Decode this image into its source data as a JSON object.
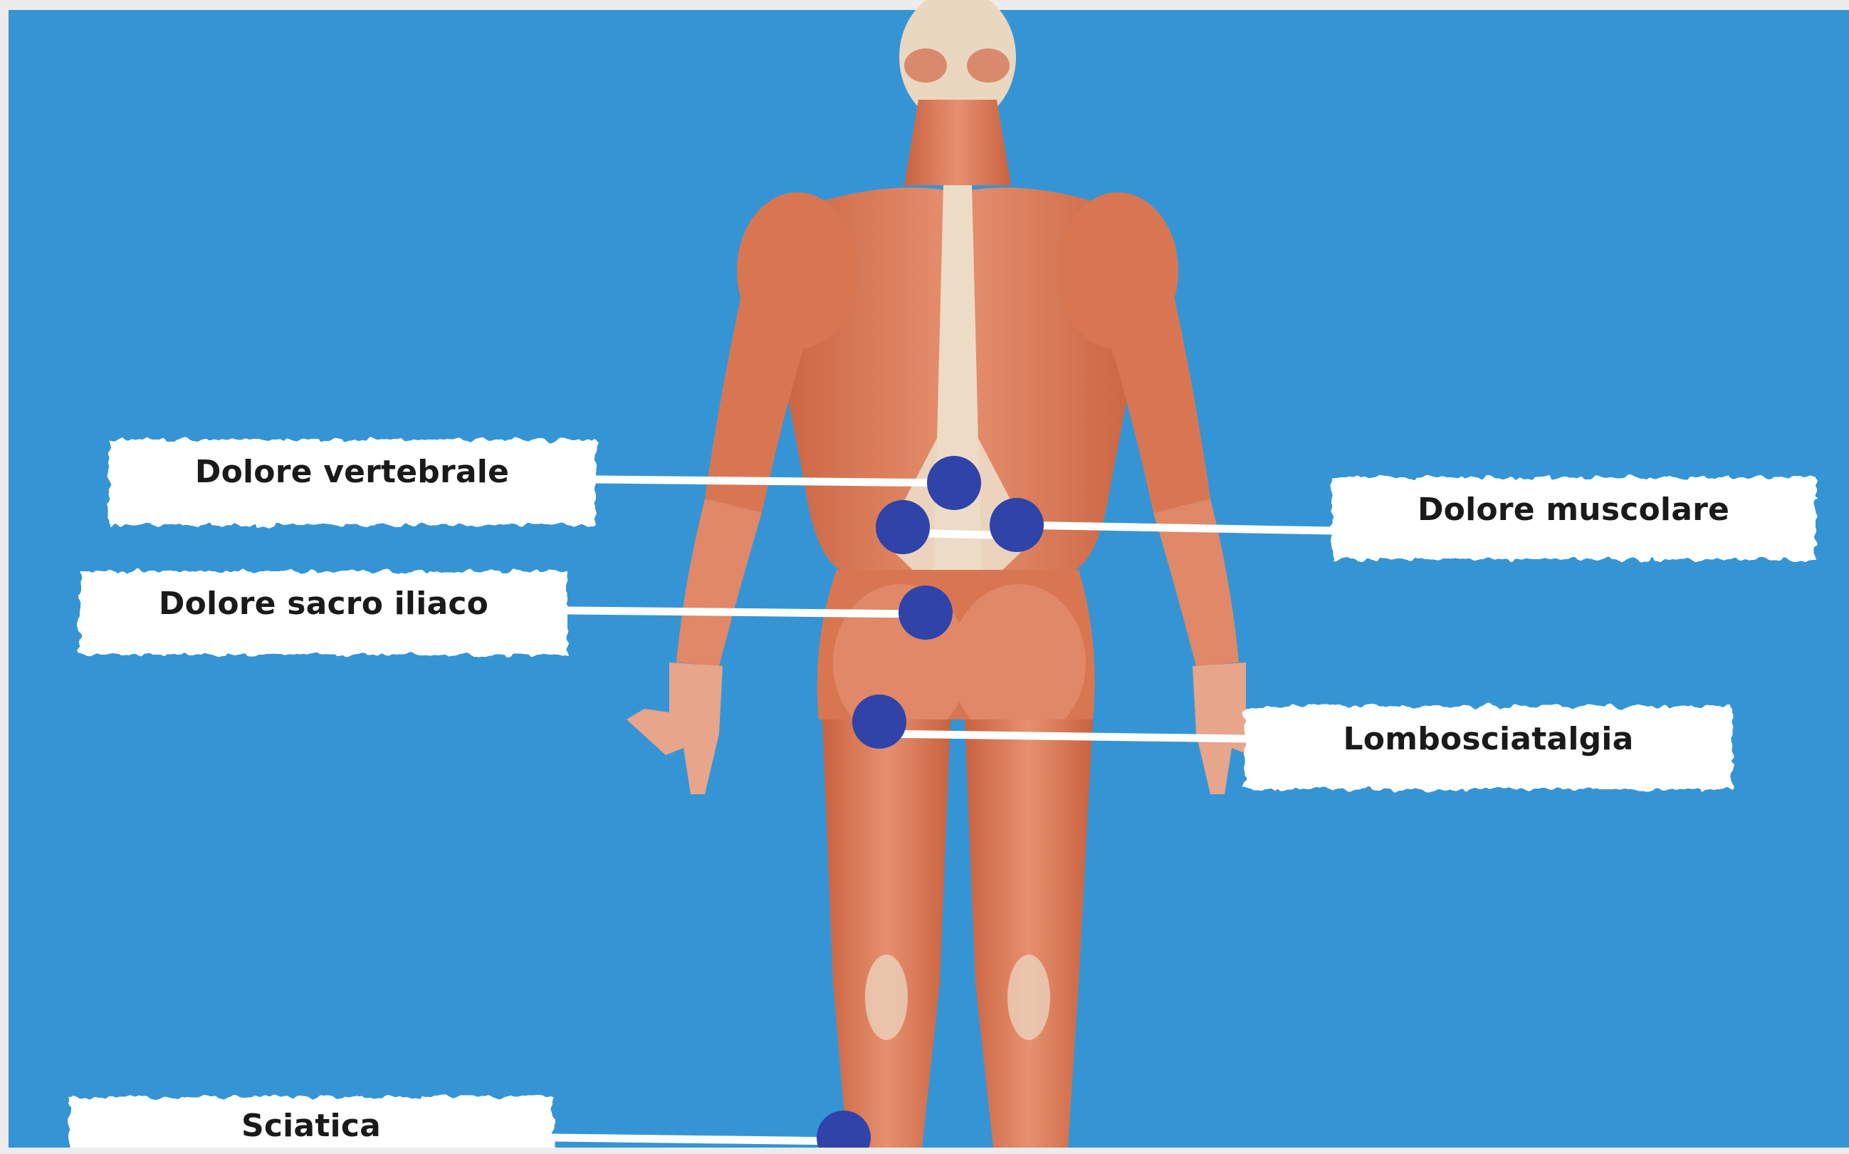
{
  "figure": {
    "background_color": "#3595d4",
    "frame_color": "#ececec",
    "skin_color": "#e08868",
    "muscle_shadow_color": "#c9623f",
    "tendon_color": "#ecdcc6",
    "marker_color": "#2f43a8",
    "callout_color": "#ffffff"
  },
  "callouts": [
    {
      "id": "vertebrale",
      "label": "Dolore vertebrale"
    },
    {
      "id": "muscolare",
      "label": "Dolore muscolare"
    },
    {
      "id": "sacro",
      "label": "Dolore sacro iliaco"
    },
    {
      "id": "lombo",
      "label": "Lombosciatalgia"
    },
    {
      "id": "sciatica",
      "label": "Sciatica"
    }
  ]
}
